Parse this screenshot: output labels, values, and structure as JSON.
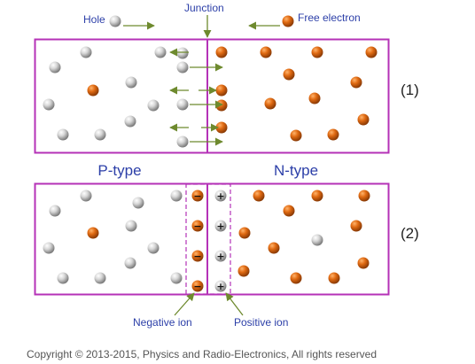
{
  "labels": {
    "junction": "Junction",
    "hole": "Hole",
    "free_electron": "Free electron",
    "panel1_number": "(1)",
    "panel2_number": "(2)",
    "p_type": "P-type",
    "n_type": "N-type",
    "negative_ion": "Negative ion",
    "positive_ion": "Positive ion",
    "negative_sign": "−",
    "positive_sign": "+",
    "copyright": "Copyright © 2013-2015, Physics and Radio-Electronics, All rights reserved"
  },
  "colors": {
    "frame": "#b532b7",
    "label_blue": "#2c3fa8",
    "arrow": "#6e8a2e",
    "hole": "#c9c9c9",
    "electron": "#d8620f",
    "copyright": "#555555"
  }
}
